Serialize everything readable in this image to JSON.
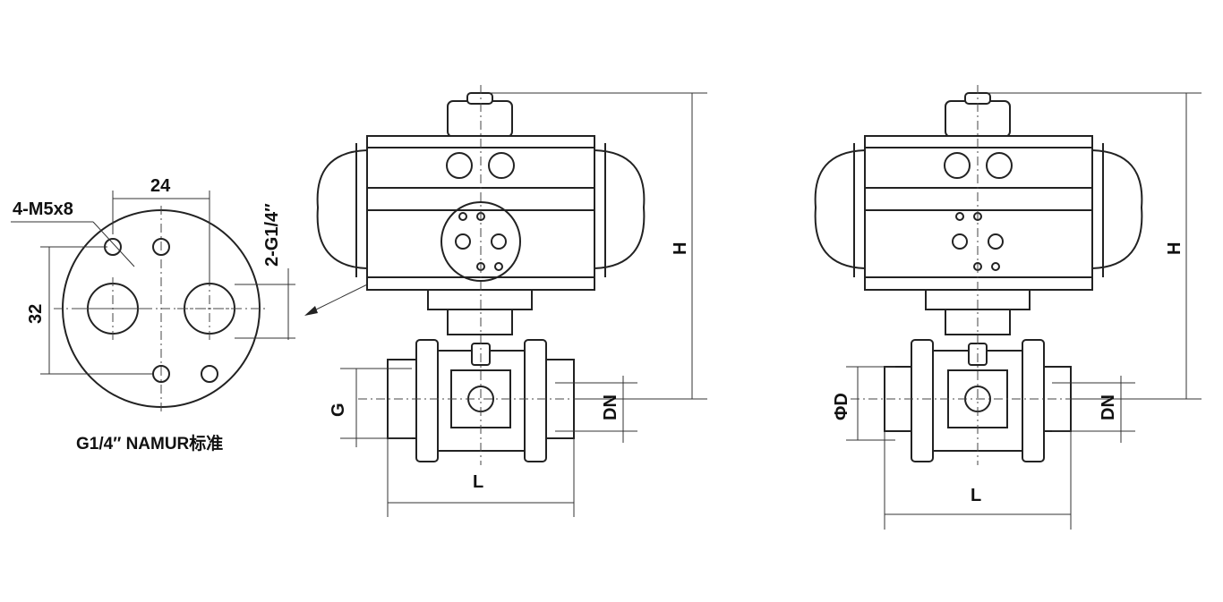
{
  "flange_detail": {
    "label_bolt": "4-M5x8",
    "label_width": "24",
    "label_height": "32",
    "label_ports": "2-G1/4″",
    "caption": "G1/4″ NAMUR标准"
  },
  "threaded_view": {
    "label_h": "H",
    "label_g": "G",
    "label_dn": "DN",
    "label_l": "L"
  },
  "weld_view": {
    "label_h": "H",
    "label_phid": "ΦD",
    "label_dn": "DN",
    "label_l": "L"
  }
}
